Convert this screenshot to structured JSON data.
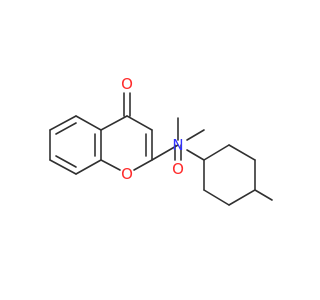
{
  "molecule": {
    "atoms": {
      "carbonyl_oxygen_ring": {
        "label": "O",
        "color": "#ff2a2a"
      },
      "ring_oxygen": {
        "label": "O",
        "color": "#ff2a2a"
      },
      "amide_oxygen": {
        "label": "O",
        "color": "#ff2a2a"
      },
      "amide_nitrogen": {
        "label": "N",
        "color": "#3333ff"
      }
    },
    "bond_color": "#303030",
    "background": "#ffffff"
  }
}
